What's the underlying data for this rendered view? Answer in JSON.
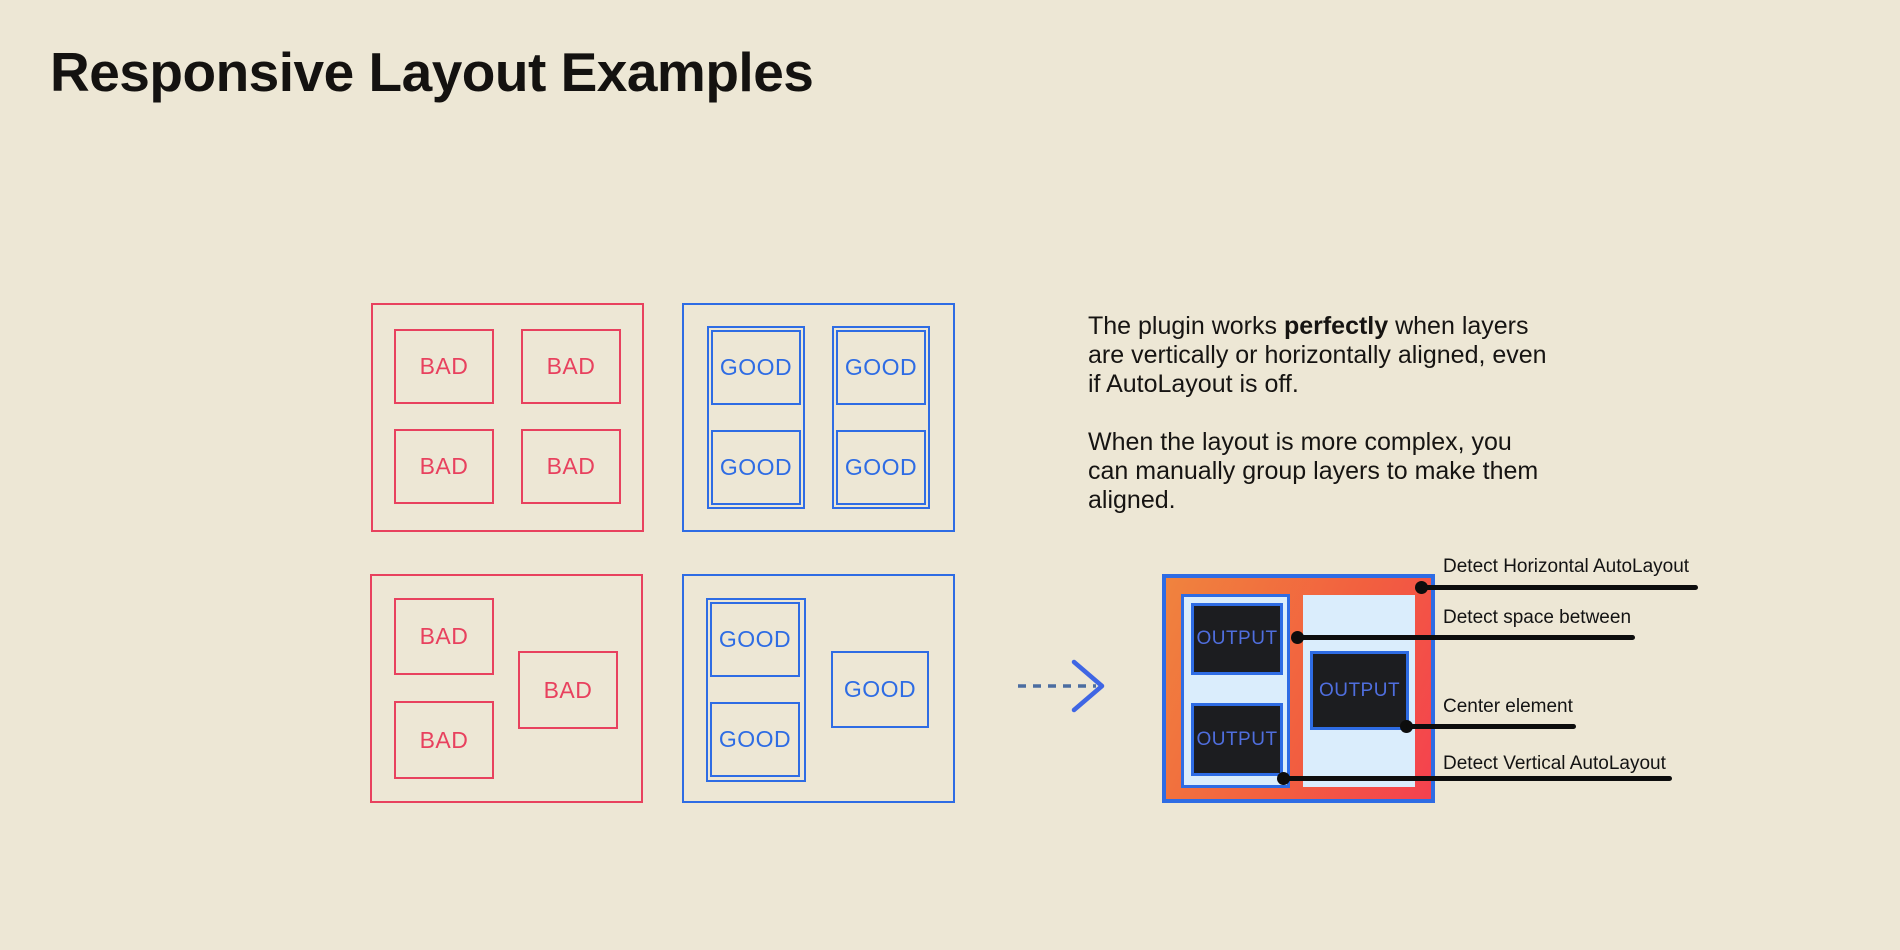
{
  "title": "Responsive Layout Examples",
  "labels": {
    "bad": "BAD",
    "good": "GOOD",
    "output": "OUTPUT"
  },
  "description": {
    "p1_before": "The plugin works ",
    "p1_bold": "perfectly",
    "p1_after": " when layers are vertically or horizontally aligned, even if AutoLayout is off.",
    "p2": "When the layout is more complex, you can manually group layers to make them aligned."
  },
  "annotations": {
    "horizontal": "Detect Horizontal AutoLayout",
    "space_between": "Detect space between",
    "center": "Center element",
    "vertical": "Detect Vertical AutoLayout"
  },
  "colors": {
    "background": "#EDE7D5",
    "bad_red": "#E8415E",
    "good_blue": "#2E6CE4",
    "text_dark": "#141210",
    "card_gradient_start": "#F0833E",
    "card_gradient_end": "#F4414F",
    "panel_light_blue": "#DAEDFC",
    "output_box_dark": "#1C1D20",
    "output_text_blue": "#4F6EDE",
    "callout_black": "#0D0D0D",
    "arrow_dash_blue": "#4B6DA1",
    "arrow_chevron_blue": "#3F66E4"
  }
}
